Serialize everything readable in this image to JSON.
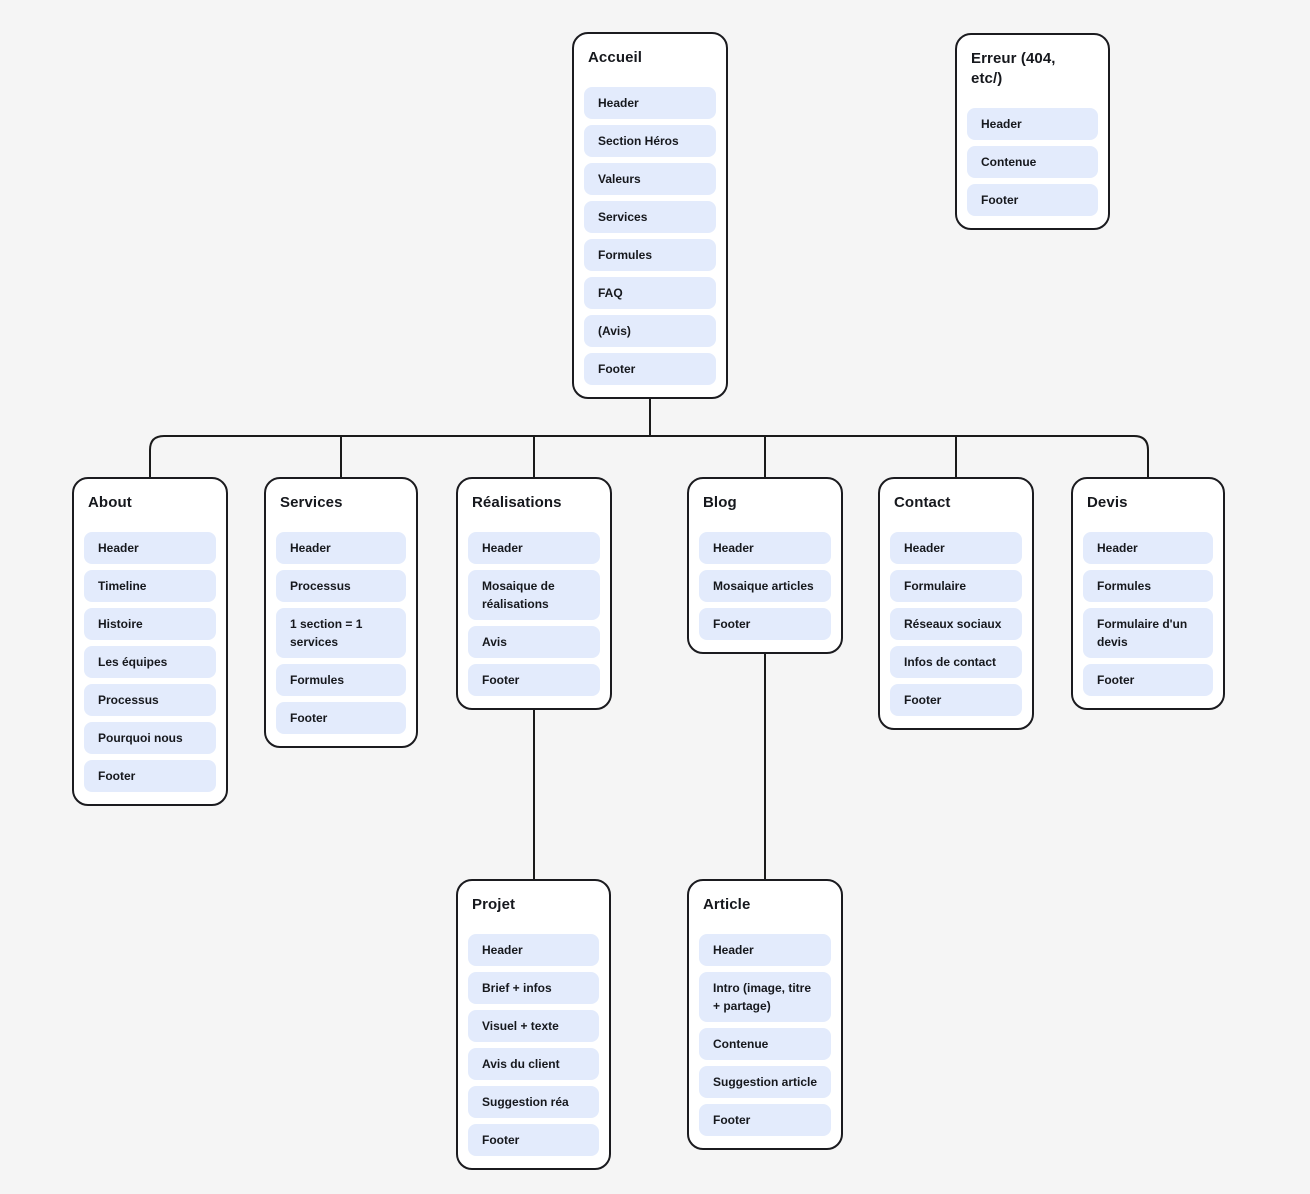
{
  "colors": {
    "bg": "#f5f5f5",
    "card_bg": "#ffffff",
    "card_border": "#1b1b1f",
    "pill_bg": "#e3ebfc",
    "ink": "#16181d",
    "line": "#1a1a1a"
  },
  "diagram_type": "sitemap-flowchart",
  "cards": [
    {
      "id": "accueil",
      "title": "Accueil",
      "items": [
        "Header",
        "Section Héros",
        "Valeurs",
        "Services",
        "Formules",
        "FAQ",
        "(Avis)",
        "Footer"
      ]
    },
    {
      "id": "erreur",
      "title": "Erreur (404, etc/)",
      "items": [
        "Header",
        "Contenue",
        "Footer"
      ]
    },
    {
      "id": "about",
      "title": "About",
      "items": [
        "Header",
        "Timeline",
        "Histoire",
        "Les équipes",
        "Processus",
        "Pourquoi nous",
        "Footer"
      ]
    },
    {
      "id": "services",
      "title": "Services",
      "items": [
        "Header",
        "Processus",
        "1 section = 1 services",
        "Formules",
        "Footer"
      ]
    },
    {
      "id": "realisations",
      "title": "Réalisations",
      "items": [
        "Header",
        "Mosaique de réalisations",
        "Avis",
        "Footer"
      ]
    },
    {
      "id": "blog",
      "title": "Blog",
      "items": [
        "Header",
        "Mosaique articles",
        "Footer"
      ]
    },
    {
      "id": "contact",
      "title": "Contact",
      "items": [
        "Header",
        "Formulaire",
        "Réseaux sociaux",
        "Infos de contact",
        "Footer"
      ]
    },
    {
      "id": "devis",
      "title": "Devis",
      "items": [
        "Header",
        "Formules",
        "Formulaire d'un devis",
        "Footer"
      ]
    },
    {
      "id": "projet",
      "title": "Projet",
      "items": [
        "Header",
        "Brief + infos",
        "Visuel + texte",
        "Avis du client",
        "Suggestion réa",
        "Footer"
      ]
    },
    {
      "id": "article",
      "title": "Article",
      "items": [
        "Header",
        "Intro (image, titre + partage)",
        "Contenue",
        "Suggestion article",
        "Footer"
      ]
    }
  ],
  "connections": [
    "Accueil -> About",
    "Accueil -> Services",
    "Accueil -> Réalisations",
    "Accueil -> Blog",
    "Accueil -> Contact",
    "Accueil -> Devis",
    "Réalisations -> Projet",
    "Blog -> Article"
  ]
}
